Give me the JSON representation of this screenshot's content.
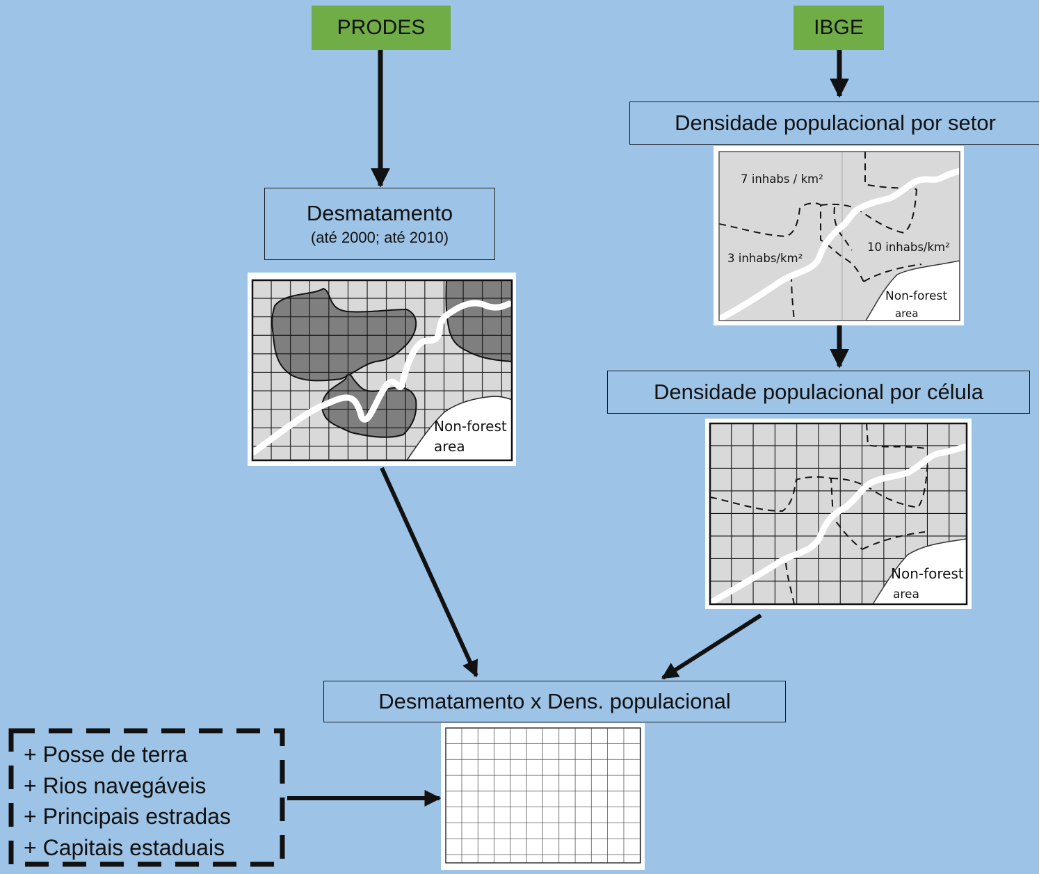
{
  "sources": {
    "prodes": "PRODES",
    "ibge": "IBGE"
  },
  "boxes": {
    "desmatamento_title": "Desmatamento",
    "desmatamento_sub": "(até 2000; até 2010)",
    "dens_setor": "Densidade populacional por setor",
    "dens_celula": "Densidade populacional por célula",
    "combined": "Desmatamento x Dens. populacional"
  },
  "map_labels": {
    "non_forest_1": "Non-forest",
    "non_forest_2": "area",
    "density_7": "7 inhabs / km²",
    "density_3": "3 inhabs/km²",
    "density_10": "10 inhabs/km²"
  },
  "factors": [
    "+ Posse de terra",
    "+ Rios navegáveis",
    "+ Principais estradas",
    "+ Capitais estaduais"
  ],
  "colors": {
    "background": "#9dc3e6",
    "source_box": "#70ad47",
    "map_bg": "#d9d9d9",
    "deforested": "#7f7f7f"
  }
}
